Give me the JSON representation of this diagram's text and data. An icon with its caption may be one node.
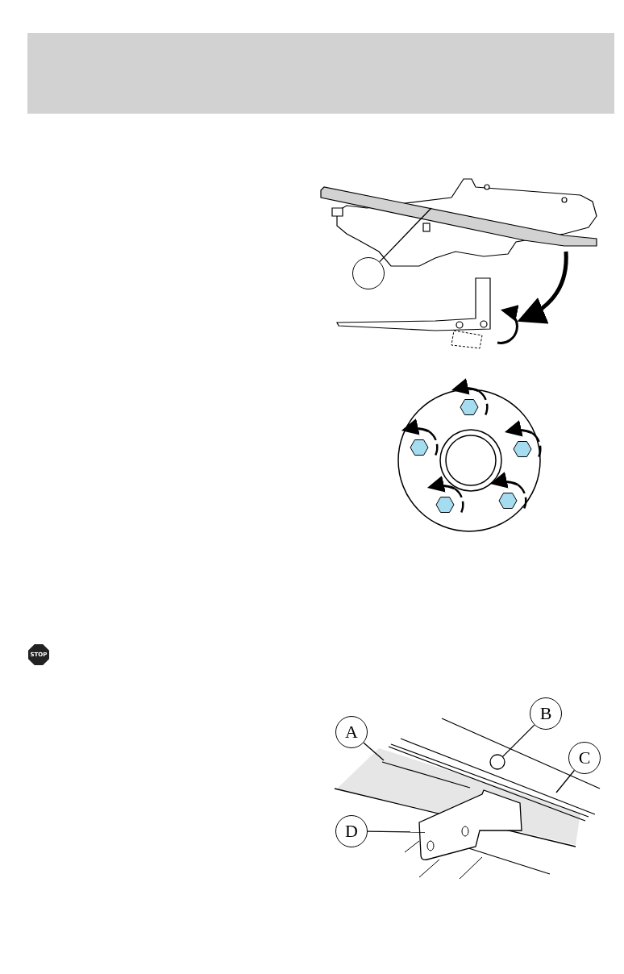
{
  "diagram": {
    "nodes": [
      {
        "text": [],
        "shape": "circle"
      },
      {
        "text": [
          "A"
        ]
      },
      {
        "text": [
          "B"
        ]
      },
      {
        "text": [
          "C"
        ]
      },
      {
        "text": [
          "D"
        ]
      },
      {
        "text": [],
        "shape": "circle"
      }
    ],
    "edges": [
      {
        "from": 0,
        "to": null,
        "arrow": "none"
      },
      {
        "from": 1,
        "to": null,
        "arrow": "none"
      },
      {
        "from": 2,
        "to": 5,
        "arrow": "none"
      },
      {
        "from": 3,
        "to": null,
        "arrow": "none"
      },
      {
        "from": 4,
        "to": null,
        "arrow": "none"
      }
    ],
    "labels": [
      "STOP"
    ]
  }
}
